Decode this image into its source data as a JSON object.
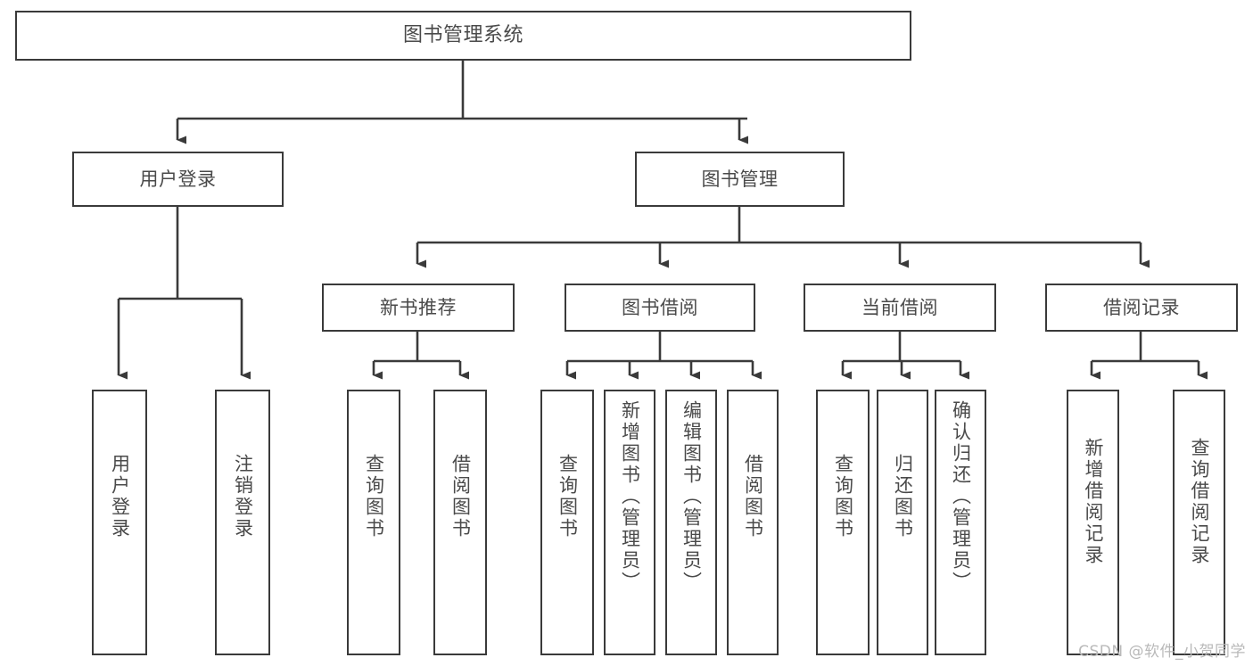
{
  "diagram": {
    "title": "图书管理系统",
    "type": "tree-hierarchy",
    "colors": {
      "stroke": "#3a3a3a",
      "text": "#4a4a4a",
      "background": "#ffffff",
      "watermark": "#b9b9b9"
    }
  },
  "root": {
    "label": "图书管理系统"
  },
  "level2": [
    {
      "label": "用户登录"
    },
    {
      "label": "图书管理"
    }
  ],
  "level3": [
    {
      "label": "新书推荐"
    },
    {
      "label": "图书借阅"
    },
    {
      "label": "当前借阅"
    },
    {
      "label": "借阅记录"
    }
  ],
  "leaves": {
    "user_login": [
      {
        "label": "用户登录"
      },
      {
        "label": "注销登录"
      }
    ],
    "new_book": [
      {
        "label": "查询图书"
      },
      {
        "label": "借阅图书"
      }
    ],
    "book_borrow": [
      {
        "label": "查询图书"
      },
      {
        "label": "新增图书（管理员）"
      },
      {
        "label": "编辑图书（管理员）"
      },
      {
        "label": "借阅图书"
      }
    ],
    "current_borrow": [
      {
        "label": "查询图书"
      },
      {
        "label": "归还图书"
      },
      {
        "label": "确认归还（管理员）"
      }
    ],
    "borrow_record": [
      {
        "label": "新增借阅记录"
      },
      {
        "label": "查询借阅记录"
      }
    ]
  },
  "watermark": {
    "text": "CSDN @软件_小贺同学"
  }
}
